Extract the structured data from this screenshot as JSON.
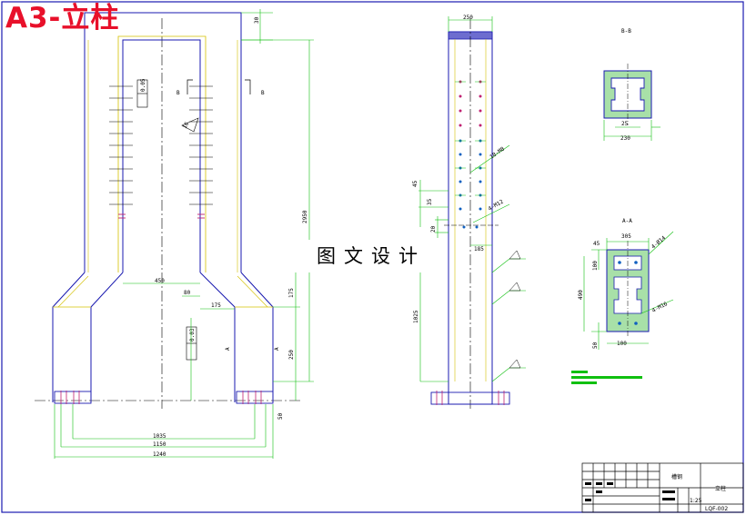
{
  "title": "A3-立柱",
  "watermark": "图文设计",
  "title_block": {
    "material": "槽钢",
    "part_name": "立柱",
    "drawing_no": "LQF-002",
    "scale": "1:25"
  },
  "views": {
    "section_top_label": "B-B",
    "section_bottom_label": "A-A",
    "side_label_a": "A",
    "side_label_b": "B"
  },
  "dimensions": {
    "top_gap": "30",
    "height_total": "2950",
    "height_lower": "1025",
    "d_width_top": "250",
    "d_width_inner": "450",
    "d_80": "80",
    "d_175a": "175",
    "d_175b": "175",
    "d_250": "250",
    "d_50": "50",
    "d_1035": "1035",
    "d_1150": "1150",
    "d_1240": "1240",
    "d_45": "45",
    "d_35": "35",
    "d_20": "20",
    "d_185": "185",
    "d_25": "25",
    "d_230": "230",
    "d_305": "305",
    "d_100a": "100",
    "d_490": "490",
    "d_50b": "50",
    "d_100b": "100",
    "d_45b": "45",
    "flatness": "0.05",
    "parallel": "0.03",
    "angle": "16",
    "hole_note_1": "18-M8",
    "hole_note_2": "4-M12",
    "hole_note_3": "4-Ø14",
    "hole_note_4": "4-M16"
  }
}
